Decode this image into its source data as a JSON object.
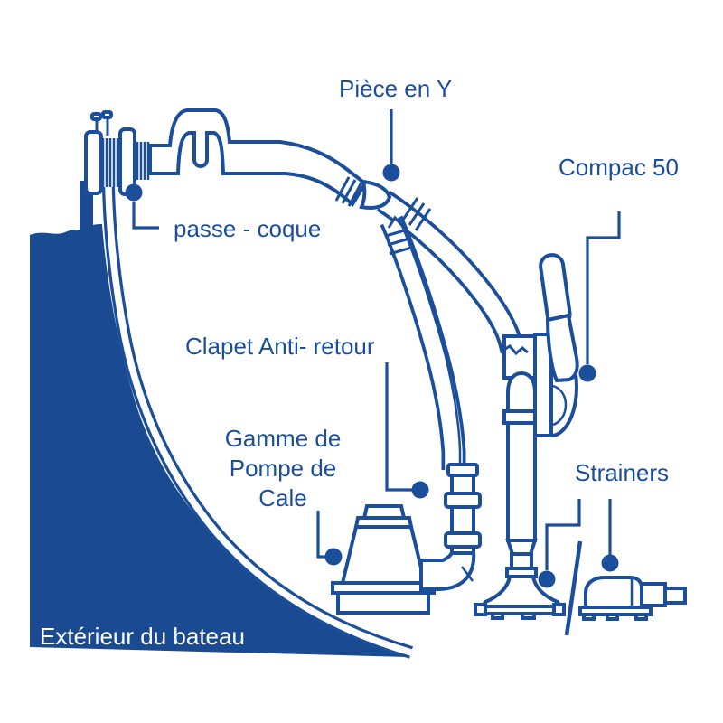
{
  "diagram": {
    "background": "#ffffff",
    "colors": {
      "line": "#1b4f9b",
      "hull_fill": "#1a4a91",
      "label_text": "#1b4f9b",
      "hull_label_text": "#ffffff"
    },
    "labels": {
      "piece_en_y": "Pièce en Y",
      "compac_50": "Compac 50",
      "passe_coque": "passe - coque",
      "clapet_anti_retour": "Clapet Anti- retour",
      "gamme_pompe_line1": "Gamme de",
      "gamme_pompe_line2": "Pompe de",
      "gamme_pompe_line3": "Cale",
      "strainers": "Strainers",
      "exterieur_du_bateau": "Extérieur du bateau"
    }
  }
}
